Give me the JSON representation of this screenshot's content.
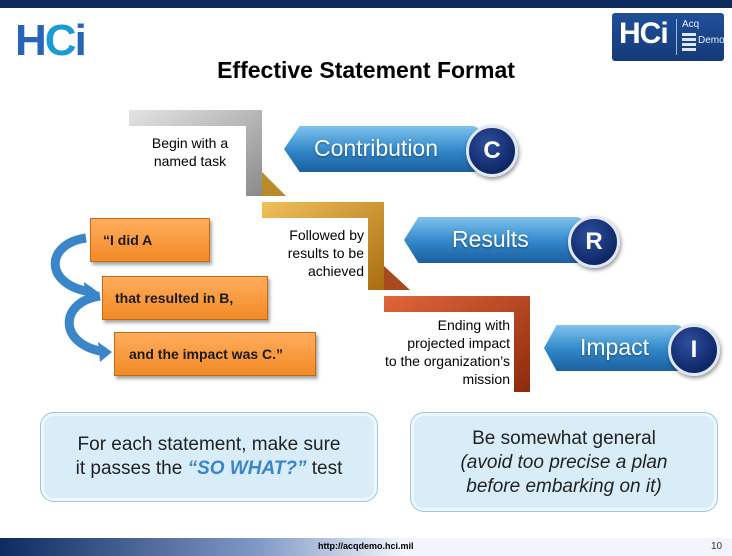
{
  "logo_left": {
    "text_a": "H",
    "text_b": "C",
    "text_c": "i"
  },
  "logo_right": {
    "mark": "HCi",
    "acq": "Acq",
    "demo": "Demo"
  },
  "title": "Effective Statement Format",
  "steps": [
    {
      "text_lines": [
        "Begin with a",
        "named task"
      ],
      "label": "Contribution",
      "badge": "C"
    },
    {
      "text_lines": [
        "Followed by",
        "results to be",
        "achieved"
      ],
      "label": "Results",
      "badge": "R"
    },
    {
      "text_lines": [
        "Ending with",
        "projected impact",
        "to the organization’s",
        "mission"
      ],
      "label": "Impact",
      "badge": "I"
    }
  ],
  "quotes": [
    "“I did A",
    "that resulted in B,",
    "and the impact was C.”"
  ],
  "left_note": {
    "line1": "For each statement, make sure",
    "line2_prefix": "it passes the ",
    "emphasis": "“SO WHAT?”",
    "line2_suffix": " test"
  },
  "right_note": {
    "line1": "Be somewhat general",
    "line2": "(avoid too precise a plan",
    "line3": "before embarking on it)"
  },
  "footer": {
    "url": "http://acqdemo.hci.mil",
    "page": "10"
  },
  "colors": {
    "blue_pill": "#2f86c8",
    "badge_navy": "#0e2766",
    "orange": "#f28a26",
    "stair_gray": "#9a9a9a",
    "stair_gold": "#c88b1a",
    "stair_rust": "#b8461b",
    "note_bg": "#d9edf8"
  }
}
